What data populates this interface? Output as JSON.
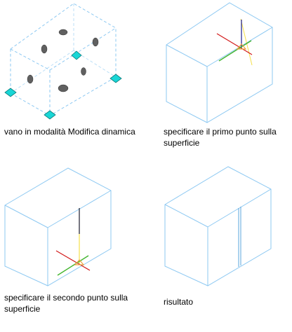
{
  "captions": {
    "step1": "vano in modalità Modifica dinamica",
    "step2": "specificare il primo punto sulla superficie",
    "step3": "specificare il secondo punto sulla superficie",
    "step4": "risultato"
  },
  "colors": {
    "edge": "#8ec9f2",
    "dashed_edge": "#8ec9f2",
    "grip": "#18d6d6",
    "grip_border": "#0a7a7a",
    "axis_x": "#d21a1a",
    "axis_y": "#43b52f",
    "axis_z": "#1a1a8c",
    "tracking": "#f5e04a",
    "marker": "#f0a23c"
  },
  "icons": {
    "grip": "square-grip-icon",
    "hole": "ellipse-hole-icon",
    "ucs": "ucs-crosshair-icon"
  }
}
